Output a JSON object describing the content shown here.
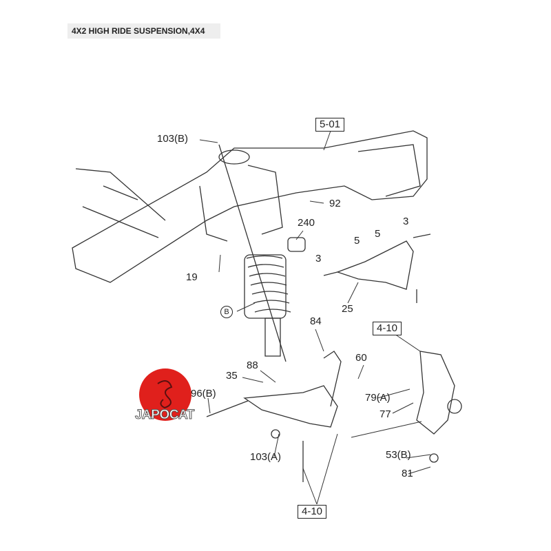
{
  "title": "4X2 HIGH RIDE SUSPENSION,4X4",
  "logo": {
    "text": "JAPOCAT",
    "color": "#e0201c"
  },
  "callouts": {
    "ref_frame": "5-01",
    "ref_knuckle_top": "4-10",
    "ref_knuckle_bottom": "4-10",
    "p103b": "103(B)",
    "p92": "92",
    "p240": "240",
    "p5a": "5",
    "p5b": "5",
    "p3a": "3",
    "p3b": "3",
    "p19": "19",
    "pB": "B",
    "p25": "25",
    "p84": "84",
    "p60": "60",
    "p88": "88",
    "p35": "35",
    "p96b": "96(B)",
    "p79a": "79(A)",
    "p77": "77",
    "p103a": "103(A)",
    "p53b": "53(B)",
    "p81": "81"
  }
}
